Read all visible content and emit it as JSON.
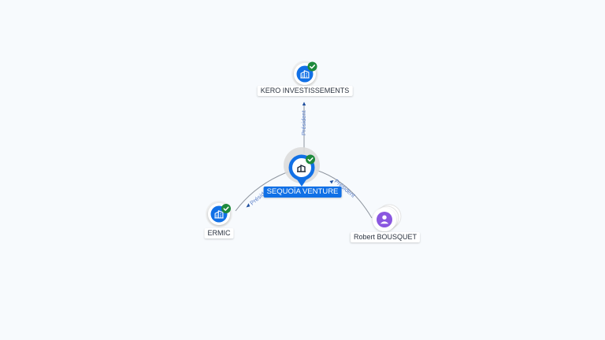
{
  "colors": {
    "background": "#f7fafd",
    "company_blue": "#1170e6",
    "verified_green": "#1e8a3c",
    "person_purple": "#8a57e0",
    "edge_gray": "#8d949e",
    "edge_label": "#5a7fc9"
  },
  "nodes": {
    "central": {
      "label": "SEQUOÏA VENTURE",
      "type": "company",
      "verified": true,
      "icon": "company-building-icon"
    },
    "top": {
      "label": "KERO INVESTISSEMENTS",
      "type": "company",
      "verified": true,
      "icon": "company-building-icon"
    },
    "left": {
      "label": "ERMIC",
      "type": "company",
      "verified": true,
      "icon": "company-building-icon"
    },
    "right": {
      "label": "Robert BOUSQUET",
      "type": "person",
      "verified": false,
      "icon": "person-icon"
    }
  },
  "edges": {
    "top": {
      "label": "Président"
    },
    "left": {
      "label": "Président"
    },
    "right": {
      "label": "Président"
    }
  }
}
